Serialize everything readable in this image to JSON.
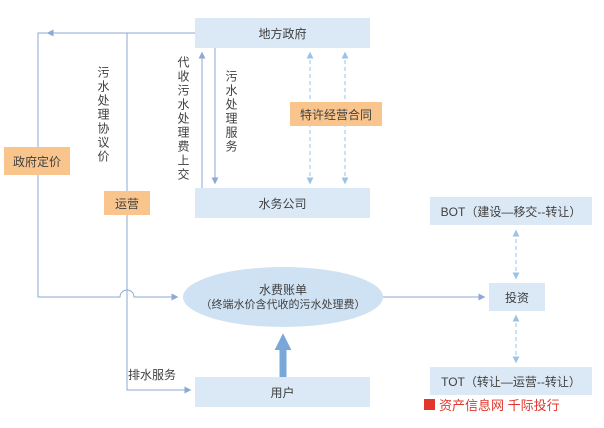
{
  "colors": {
    "node_blue": "#dbe8f6",
    "ellipse_blue": "#cfe2f3",
    "node_orange": "#f9c58d",
    "line_blue": "#8ea9d4",
    "line_light": "#9cc3e5",
    "thick_arrow": "#7aa7d9",
    "watermark_red": "#e0362c",
    "text": "#404040"
  },
  "nodes": {
    "local_government": {
      "label": "地方政府"
    },
    "water_company": {
      "label": "水务公司"
    },
    "users": {
      "label": "用户"
    },
    "government_pricing": {
      "label": "政府定价"
    },
    "franchise_contract": {
      "label": "特许经营合同"
    },
    "operation": {
      "label": "运营"
    },
    "investment": {
      "label": "投资"
    },
    "bot": {
      "label": "BOT（建设—移交--转让）"
    },
    "tot": {
      "label": "TOT（转让—运营--转让）"
    },
    "water_bill": {
      "title": "水费账单",
      "subtitle": "（终端水价含代收的污水处理费）"
    }
  },
  "edge_labels": {
    "sewage_agreement_price": "污水处理协议价",
    "collect_sewage_fee": "代收污水处理费上交",
    "sewage_treatment_service": "污水处理服务",
    "drainage_service": "排水服务"
  },
  "watermark": {
    "text": "资产信息网 千际投行"
  }
}
